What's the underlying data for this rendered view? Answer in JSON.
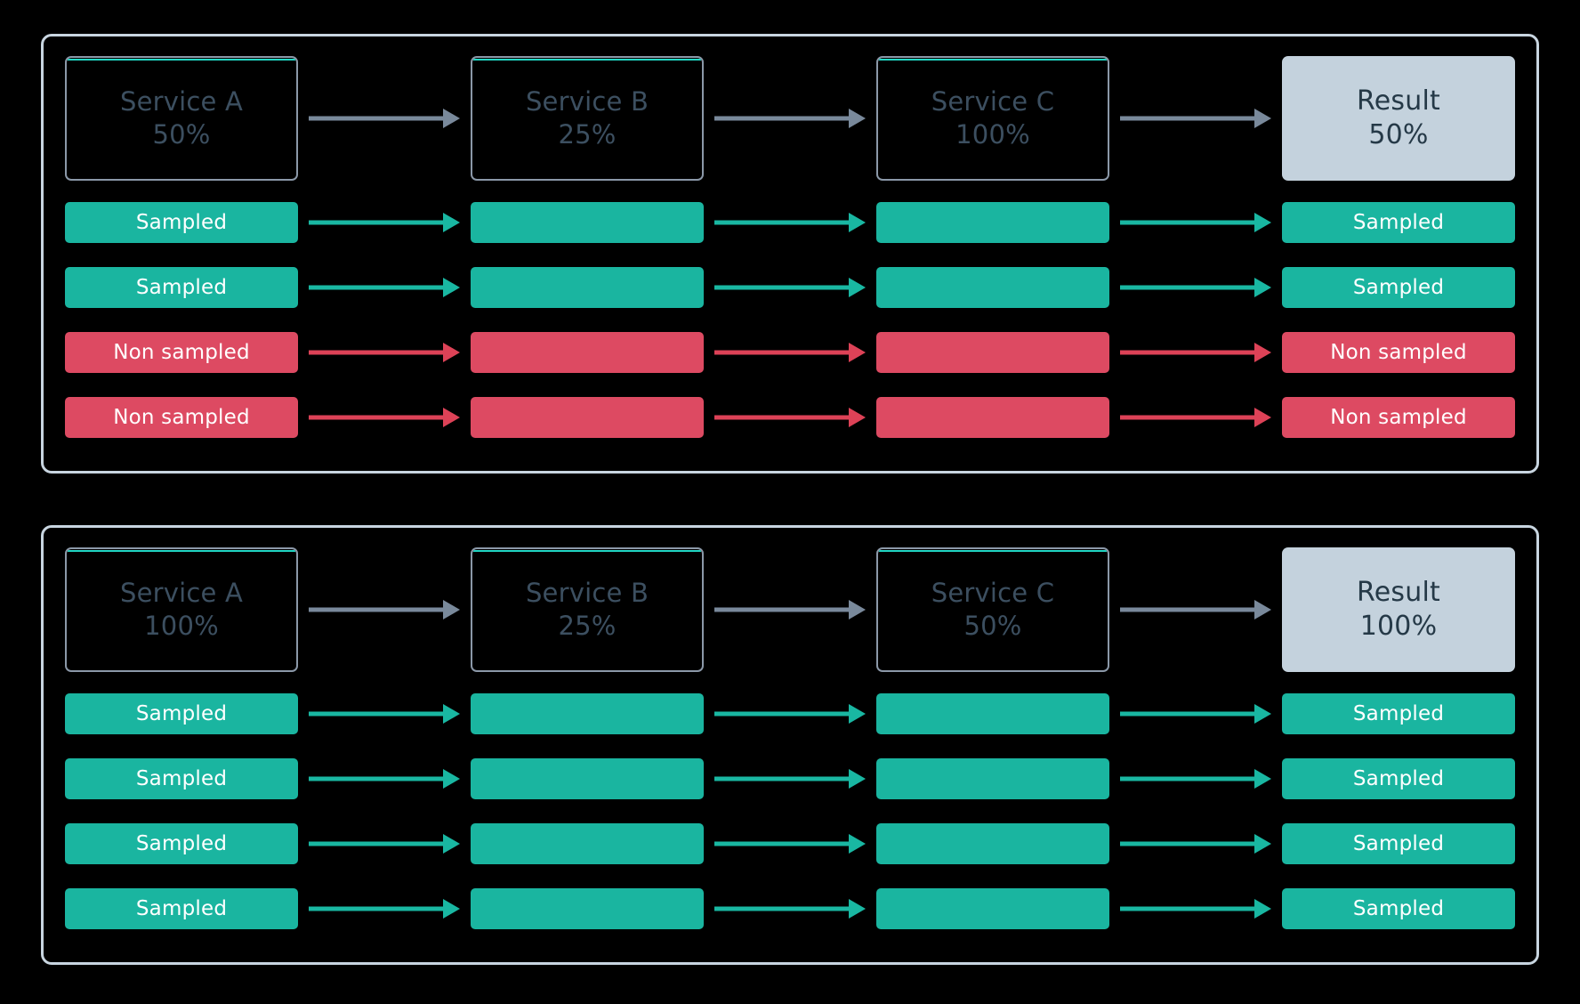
{
  "colors": {
    "background": "#000000",
    "panel_border": "#c8d5e0",
    "service_box_border": "#8b98a8",
    "service_box_accent": "#21d7c4",
    "service_text": "#3c4f60",
    "result_fill": "#c4d2dd",
    "result_text": "#253947",
    "sampled": "#1ab5a0",
    "non_sampled": "#dd4a62",
    "arrow_gray": "#79899b",
    "arrow_teal": "#19b7a2",
    "arrow_red": "#dd4257"
  },
  "panels": [
    {
      "id": "panel-top",
      "services": [
        {
          "name": "Service A",
          "percent": "50%"
        },
        {
          "name": "Service B",
          "percent": "25%"
        },
        {
          "name": "Service C",
          "percent": "100%"
        }
      ],
      "result": {
        "label": "Result",
        "percent": "50%"
      },
      "service_arrows": [
        "gray",
        "gray",
        "gray"
      ],
      "traces": [
        {
          "state": "sampled",
          "start_label": "Sampled",
          "mid_labels": [
            "",
            ""
          ],
          "end_label": "Sampled",
          "arrow": "teal"
        },
        {
          "state": "sampled",
          "start_label": "Sampled",
          "mid_labels": [
            "",
            ""
          ],
          "end_label": "Sampled",
          "arrow": "teal"
        },
        {
          "state": "non-sampled",
          "start_label": "Non sampled",
          "mid_labels": [
            "",
            ""
          ],
          "end_label": "Non sampled",
          "arrow": "red"
        },
        {
          "state": "non-sampled",
          "start_label": "Non sampled",
          "mid_labels": [
            "",
            ""
          ],
          "end_label": "Non sampled",
          "arrow": "red"
        }
      ]
    },
    {
      "id": "panel-bottom",
      "services": [
        {
          "name": "Service A",
          "percent": "100%"
        },
        {
          "name": "Service B",
          "percent": "25%"
        },
        {
          "name": "Service C",
          "percent": "50%"
        }
      ],
      "result": {
        "label": "Result",
        "percent": "100%"
      },
      "service_arrows": [
        "gray",
        "gray",
        "gray"
      ],
      "traces": [
        {
          "state": "sampled",
          "start_label": "Sampled",
          "mid_labels": [
            "",
            ""
          ],
          "end_label": "Sampled",
          "arrow": "teal"
        },
        {
          "state": "sampled",
          "start_label": "Sampled",
          "mid_labels": [
            "",
            ""
          ],
          "end_label": "Sampled",
          "arrow": "teal"
        },
        {
          "state": "sampled",
          "start_label": "Sampled",
          "mid_labels": [
            "",
            ""
          ],
          "end_label": "Sampled",
          "arrow": "teal"
        },
        {
          "state": "sampled",
          "start_label": "Sampled",
          "mid_labels": [
            "",
            ""
          ],
          "end_label": "Sampled",
          "arrow": "teal"
        }
      ]
    }
  ]
}
